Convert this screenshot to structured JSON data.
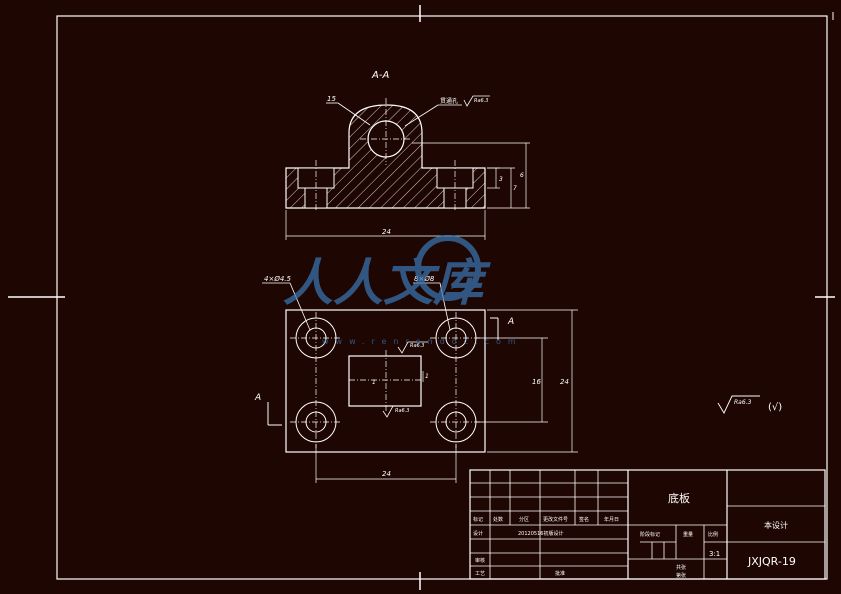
{
  "drawing": {
    "section_label": "A-A",
    "part_callout": "15",
    "hole_callout": "贯通孔",
    "roughness_top": "Ra6.3",
    "dim_width_section": "24",
    "dim_height_1": "6",
    "dim_height_2": "7",
    "dim_height_3": "3",
    "hole_note_left": "4×Ø4.5",
    "hole_note_right": "8×Ø8",
    "view_arrow_a": "A",
    "roughness_center_top": "Ra6.3",
    "roughness_center_bottom": "Ra6.3",
    "dim_center_1": "1",
    "dim_center_2": "1",
    "dim_width_plan": "24",
    "dim_height_plan_inner": "16",
    "dim_height_plan_outer": "24",
    "general_roughness": "Ra6.3",
    "general_roughness_paren": "(√)"
  },
  "title_block": {
    "part_name": "底板",
    "drawing_no": "JXJQR-19",
    "company": "本设计",
    "scale": "3:1",
    "revision_headers": [
      "标记",
      "处数",
      "分区",
      "更改文件号",
      "签名",
      "年月日"
    ],
    "revision_entry": "20120516初版设计",
    "stage_label": "阶段标记",
    "weight_label": "重量",
    "scale_label": "比例",
    "designer_label": "设计",
    "reviewer_label": "审核",
    "approver_label": "批准",
    "craft_label": "工艺",
    "sheet_label": "共张",
    "sheet_of_label": "第张"
  },
  "watermark": {
    "brand": "人人文库",
    "url": "www.renrendoc.com"
  },
  "colors": {
    "background": "#1e0602",
    "lines": "#ffffff",
    "watermark": "#3a78b8"
  }
}
